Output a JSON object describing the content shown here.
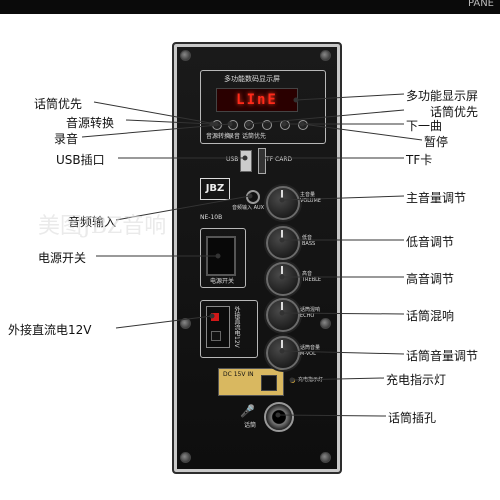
{
  "top_edge_text": "PANE",
  "panel": {
    "header": "多功能数码显示屏",
    "display": "LInE",
    "button_captions": [
      "音源转换",
      "录音",
      "话筒优先"
    ],
    "usb_caption": "USB",
    "tf_caption": "TF CARD",
    "logo": "JBZ",
    "model": "NE-10B",
    "audio_in_caption": "音频输入 AUX",
    "power_caption": "电源开关",
    "dc_in_caption": "外接直流电12V",
    "dc_label": "DC 15V IN",
    "charge_caption": "充电指示灯",
    "mic_caption": "话筒",
    "knobs": [
      {
        "label": "主音量",
        "sub": "VOLUME"
      },
      {
        "label": "低音",
        "sub": "BASS"
      },
      {
        "label": "高音",
        "sub": "TREBLE"
      },
      {
        "label": "话筒混响",
        "sub": "ECHO"
      },
      {
        "label": "话筒音量",
        "sub": "M-VOL"
      }
    ]
  },
  "labels_left": {
    "mic_priority": "话筒优先",
    "source_switch": "音源转换",
    "record": "录音",
    "usb_port": "USB插口",
    "audio_input": "音频输入",
    "power_switch": "电源开关",
    "dc_input": "外接直流电12V"
  },
  "labels_right": {
    "display": "多功能显示屏",
    "mic_priority": "话筒优先",
    "next_track": "下一曲",
    "pause": "暂停",
    "tf_card": "TF卡",
    "master_volume": "主音量调节",
    "bass": "低音调节",
    "treble": "高音调节",
    "echo": "话筒混响",
    "mic_volume": "话筒音量调节",
    "charge_light": "充电指示灯",
    "mic_jack": "话筒插孔"
  },
  "watermark": "美图JBZ音响"
}
